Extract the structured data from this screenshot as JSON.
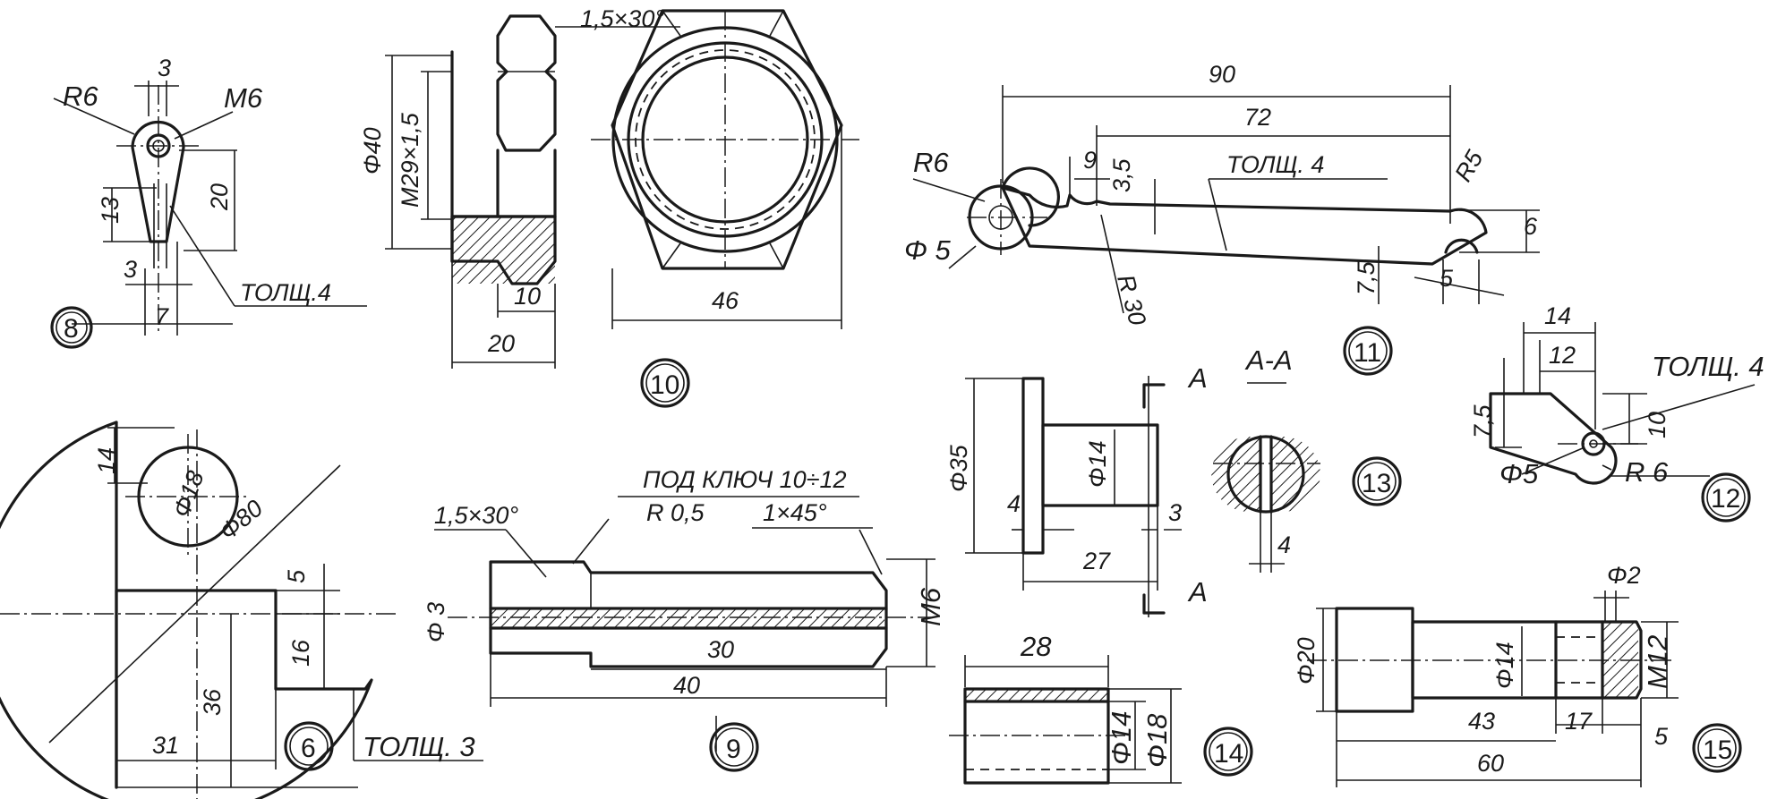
{
  "parts": {
    "p8": {
      "number": "8",
      "r": "R6",
      "m": "M6",
      "top": "3",
      "h13": "13",
      "h20": "20",
      "w3": "3",
      "w7": "7",
      "thk": "ТОЛЩ.4"
    },
    "p10": {
      "number": "10",
      "chamfer": "1,5×30°",
      "d40": "Φ40",
      "thread": "M29×1,5",
      "w10": "10",
      "w20": "20",
      "w46": "46"
    },
    "p11": {
      "number": "11",
      "l90": "90",
      "l72": "72",
      "r6": "R6",
      "d9": "9",
      "d35": "3,5",
      "thk": "ТОЛЩ. 4",
      "r5": "R5",
      "d6": "6",
      "phi5": "Φ 5",
      "r30": "R 30",
      "d75": "7,5",
      "d5": "5"
    },
    "p12": {
      "number": "12",
      "w14": "14",
      "w12": "12",
      "thk": "ТОЛЩ. 4",
      "h75": "7,5",
      "h10": "10",
      "phi5": "Φ5",
      "r6": "R 6"
    },
    "p6": {
      "number": "6",
      "d14": "14",
      "phi18": "Φ18",
      "phi80": "Φ80",
      "d5": "5",
      "d16": "16",
      "d36": "36",
      "d31": "31",
      "thk": "ТОЛЩ. 3"
    },
    "p9": {
      "number": "9",
      "key": "ПОД КЛЮЧ 10÷12",
      "chamfer1": "1,5×30°",
      "r05": "R 0,5",
      "chamfer2": "1×45°",
      "phi3": "Φ 3",
      "m6": "M6",
      "l30": "30",
      "l40": "40"
    },
    "p13": {
      "number": "13",
      "section": "A-A",
      "a": "A",
      "phi35": "Φ35",
      "phi14": "Φ14",
      "d4": "4",
      "d27": "27",
      "d3": "3",
      "s4": "4"
    },
    "p14": {
      "number": "14",
      "l28": "28",
      "phi14": "Φ14",
      "phi18": "Φ18"
    },
    "p15": {
      "number": "15",
      "phi2": "Φ2",
      "phi20": "Φ20",
      "phi14": "Φ14",
      "m12": "M12",
      "l43": "43",
      "l17": "17",
      "l5": "5",
      "l60": "60"
    }
  }
}
